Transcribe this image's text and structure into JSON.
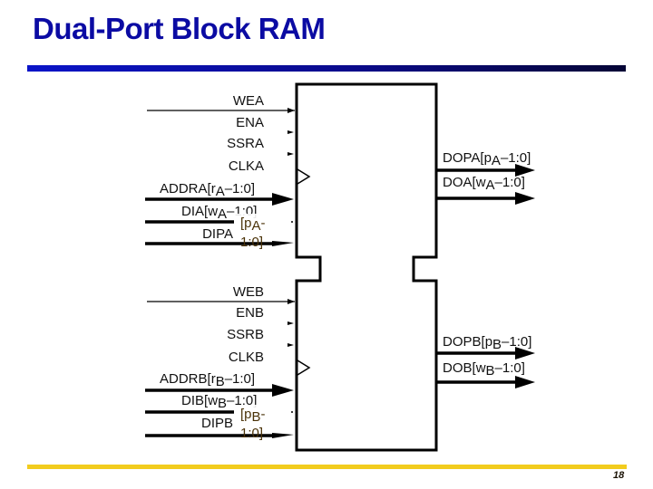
{
  "title": "Dual-Port Block RAM",
  "page_number": "18",
  "colors": {
    "title": "#0b0ba3",
    "top_rule": "#0a0a8a",
    "bottom_rule": "#f2cc1e",
    "overlay_label": "#4a3208"
  },
  "block": {
    "name": "dual-port-block-ram",
    "ports": {
      "a": {
        "inputs": [
          {
            "label": "WEA",
            "kind": "single"
          },
          {
            "label": "ENA",
            "kind": "single"
          },
          {
            "label": "SSRA",
            "kind": "single"
          },
          {
            "label": "CLKA",
            "kind": "clock"
          },
          {
            "label": "ADDRA[",
            "sub_var": "r",
            "sub": "A",
            "suffix": "–1:0]",
            "kind": "bus"
          },
          {
            "label": "DIA[",
            "sub_var": "w",
            "sub": "A",
            "suffix": "–1:0]",
            "kind": "bus"
          },
          {
            "label": "DIPA",
            "kind": "bus"
          }
        ],
        "dipa_width_label": {
          "line1_pre": "[p",
          "sub": "A",
          "line1_post": "-",
          "line2": "1:0]"
        },
        "outputs": [
          {
            "label": "DOPA[",
            "sub_var": "p",
            "sub": "A",
            "suffix": "–1:0]"
          },
          {
            "label": "DOA[",
            "sub_var": "w",
            "sub": "A",
            "suffix": "–1:0]"
          }
        ]
      },
      "b": {
        "inputs": [
          {
            "label": "WEB",
            "kind": "single"
          },
          {
            "label": "ENB",
            "kind": "single"
          },
          {
            "label": "SSRB",
            "kind": "single"
          },
          {
            "label": "CLKB",
            "kind": "clock"
          },
          {
            "label": "ADDRB[",
            "sub_var": "r",
            "sub": "B",
            "suffix": "–1:0]",
            "kind": "bus"
          },
          {
            "label": "DIB[",
            "sub_var": "w",
            "sub": "B",
            "suffix": "–1:0]",
            "kind": "bus"
          },
          {
            "label": "DIPB",
            "kind": "bus"
          }
        ],
        "dipb_width_label": {
          "line1_pre": "[p",
          "sub": "B",
          "line1_post": "-",
          "line2": "1:0]"
        },
        "outputs": [
          {
            "label": "DOPB[",
            "sub_var": "p",
            "sub": "B",
            "suffix": "–1:0]"
          },
          {
            "label": "DOB[",
            "sub_var": "w",
            "sub": "B",
            "suffix": "–1:0]"
          }
        ]
      }
    }
  }
}
